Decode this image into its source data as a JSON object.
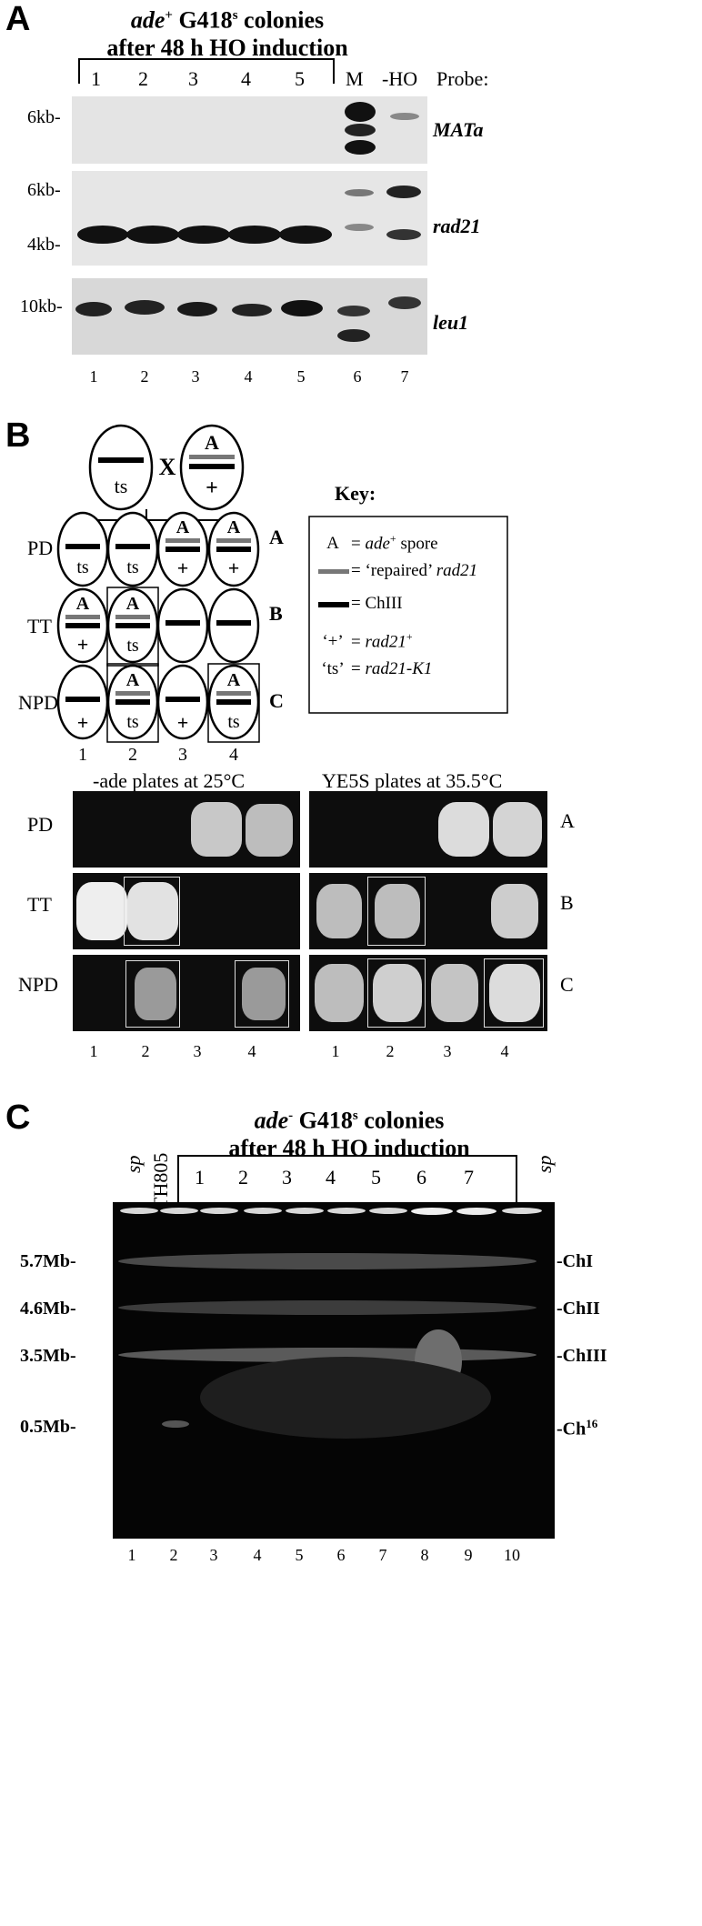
{
  "panelA": {
    "letter": "A",
    "title_line1_gene": "ade",
    "title_line1_sup": "+",
    "title_line1_rest": " G418",
    "title_line1_sup2": "s",
    "title_line1_tail": " colonies",
    "title_line2": "after 48 h HO induction",
    "top_lanes": [
      "1",
      "2",
      "3",
      "4",
      "5"
    ],
    "lane_M": "M",
    "lane_HO": "-HO",
    "probe_label": "Probe:",
    "blots": [
      {
        "size_labels": [
          "6kb-"
        ],
        "probe": "MATa"
      },
      {
        "size_labels": [
          "6kb-",
          "4kb-"
        ],
        "probe": "rad21"
      },
      {
        "size_labels": [
          "10kb-"
        ],
        "probe": "leu1"
      }
    ],
    "bottom_lanes": [
      "1",
      "2",
      "3",
      "4",
      "5",
      "6",
      "7"
    ]
  },
  "panelB": {
    "letter": "B",
    "cross_x": "X",
    "spore_ts": "ts",
    "spore_plus": "+",
    "spore_A": "A",
    "rows": [
      {
        "type": "PD",
        "class": "A"
      },
      {
        "type": "TT",
        "class": "B"
      },
      {
        "type": "NPD",
        "class": "C"
      }
    ],
    "columns": [
      "1",
      "2",
      "3",
      "4"
    ],
    "key_title": "Key:",
    "key": [
      {
        "symbol": "A",
        "prefix": "= ",
        "term": "ade",
        "sup": "+",
        "suffix": " spore"
      },
      {
        "symbol": "grey-bar",
        "prefix": "= ‘repaired’ ",
        "term": "rad21",
        "sup": "",
        "suffix": ""
      },
      {
        "symbol": "black-bar",
        "prefix": "= ChIII",
        "term": "",
        "sup": "",
        "suffix": ""
      },
      {
        "symbol": "‘+’",
        "prefix": "= ",
        "term": "rad21",
        "sup": "+",
        "suffix": ""
      },
      {
        "symbol": "‘ts’",
        "prefix": "= ",
        "term": "rad21-K1",
        "sup": "",
        "suffix": ""
      }
    ],
    "plate_left_title": "-ade plates at 25",
    "plate_right_title": "YE5S plates at 35.5",
    "degree_suffix": "°C",
    "plate_rows": [
      "PD",
      "TT",
      "NPD"
    ],
    "plate_row_classes": [
      "A",
      "B",
      "C"
    ],
    "plate_columns": [
      "1",
      "2",
      "3",
      "4"
    ],
    "colors": {
      "repaired_bar": "#777777",
      "chromosome_bar": "#000000"
    }
  },
  "panelC": {
    "letter": "C",
    "title_gene": "ade",
    "title_sup": "-",
    "title_rest": " G418",
    "title_sup2": "s",
    "title_tail": " colonies",
    "title_line2": "after 48 h HO induction",
    "lane_sp_left": "sp",
    "lane_th": "TH805",
    "bracket_lanes": [
      "1",
      "2",
      "3",
      "4",
      "5",
      "6",
      "7"
    ],
    "lane_sp_right": "sp",
    "size_labels": [
      "5.7Mb-",
      "4.6Mb-",
      "3.5Mb-",
      "0.5Mb-"
    ],
    "chrom_labels": [
      "-ChI",
      "-ChII",
      "-ChIII",
      "-Ch"
    ],
    "ch16_sup": "16",
    "bottom_lanes": [
      "1",
      "2",
      "3",
      "4",
      "5",
      "6",
      "7",
      "8",
      "9",
      "10"
    ]
  }
}
